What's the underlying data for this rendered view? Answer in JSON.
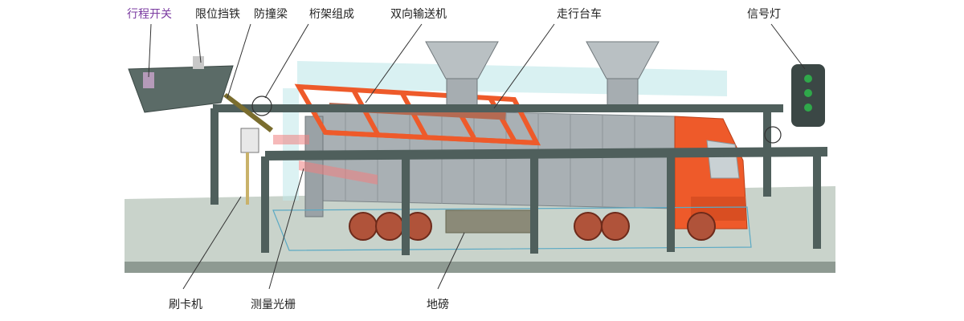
{
  "labels": {
    "travel_switch": "行程开关",
    "limit_stopper": "限位挡铁",
    "anti_collision_beam": "防撞梁",
    "truss": "桁架组成",
    "conveyor": "双向输送机",
    "trolley": "走行台车",
    "signal_light": "信号灯",
    "card_reader": "刷卡机",
    "light_curtain": "测量光栅",
    "weighbridge": "地磅"
  },
  "colors": {
    "accent_label": "#7a3aa0",
    "frame_orange": "#ee5a2a",
    "truck_gray": "#a9b0b4",
    "steel": "#4f5f5c",
    "glass": "#bfe8ea",
    "floor": "#c9d3cb"
  }
}
